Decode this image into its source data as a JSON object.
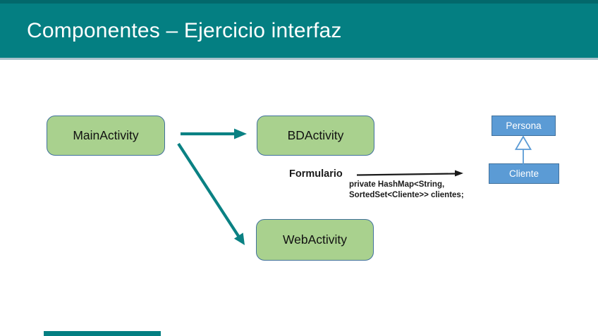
{
  "header": {
    "title": "Componentes – Ejercicio interfaz"
  },
  "diagram": {
    "nodes": {
      "main": {
        "label": "MainActivity"
      },
      "bd": {
        "label": "BDActivity"
      },
      "web": {
        "label": "WebActivity"
      }
    },
    "form_label": "Formulario",
    "code": {
      "line1": "private HashMap<String,",
      "line2": "SortedSet<Cliente>> clientes;"
    },
    "uml": {
      "parent": {
        "label": "Persona"
      },
      "child": {
        "label": "Cliente"
      }
    }
  },
  "colors": {
    "teal_header": "#047f82",
    "teal_arrow": "#0a8183",
    "green_node_fill": "#a9d18e",
    "node_border": "#41719c",
    "uml_blue_fill": "#5b9bd5",
    "uml_blue_border": "#41719c",
    "black_arrow": "#1a1a1a",
    "title_text": "#ffffff",
    "body_background": "#ffffff"
  }
}
